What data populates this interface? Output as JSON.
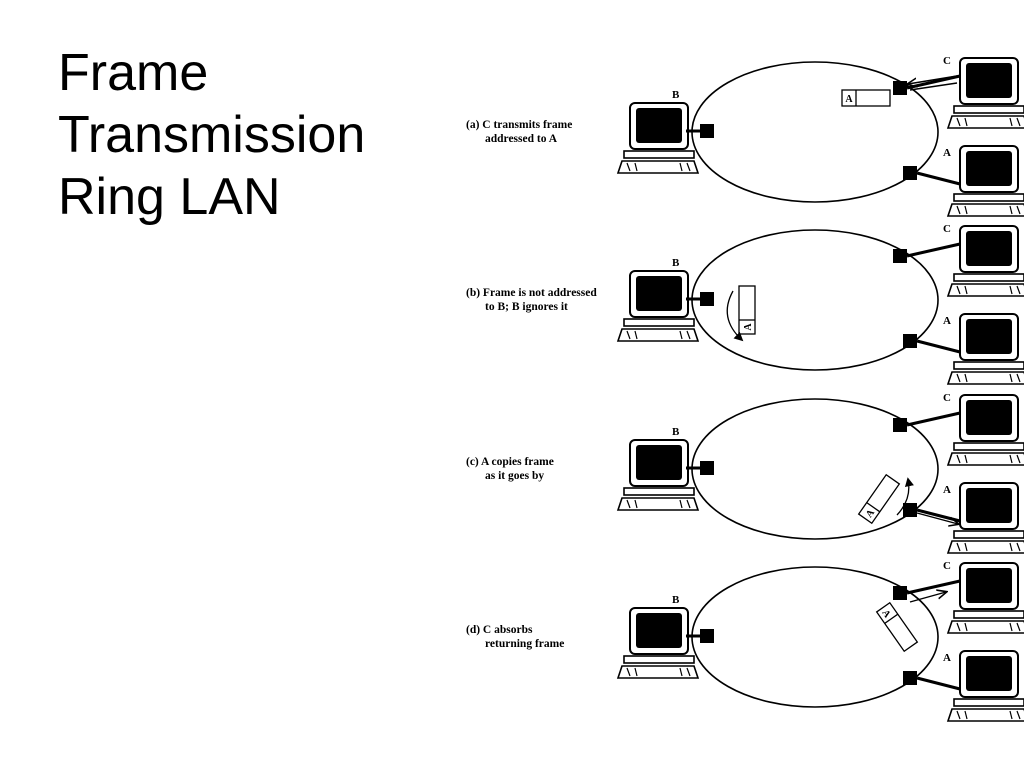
{
  "title": {
    "lines": [
      "Frame",
      "Transmission",
      "Ring LAN"
    ]
  },
  "stations": {
    "b": "B",
    "c": "C",
    "a": "A"
  },
  "frame_address": "A",
  "panels": [
    {
      "caption_lines": [
        "(a) C transmits frame",
        "addressed to A"
      ]
    },
    {
      "caption_lines": [
        "(b) Frame is not addressed",
        "to B; B ignores it"
      ]
    },
    {
      "caption_lines": [
        "(c) A copies frame",
        "as it goes by"
      ]
    },
    {
      "caption_lines": [
        "(d) C absorbs",
        "returning frame"
      ]
    }
  ]
}
